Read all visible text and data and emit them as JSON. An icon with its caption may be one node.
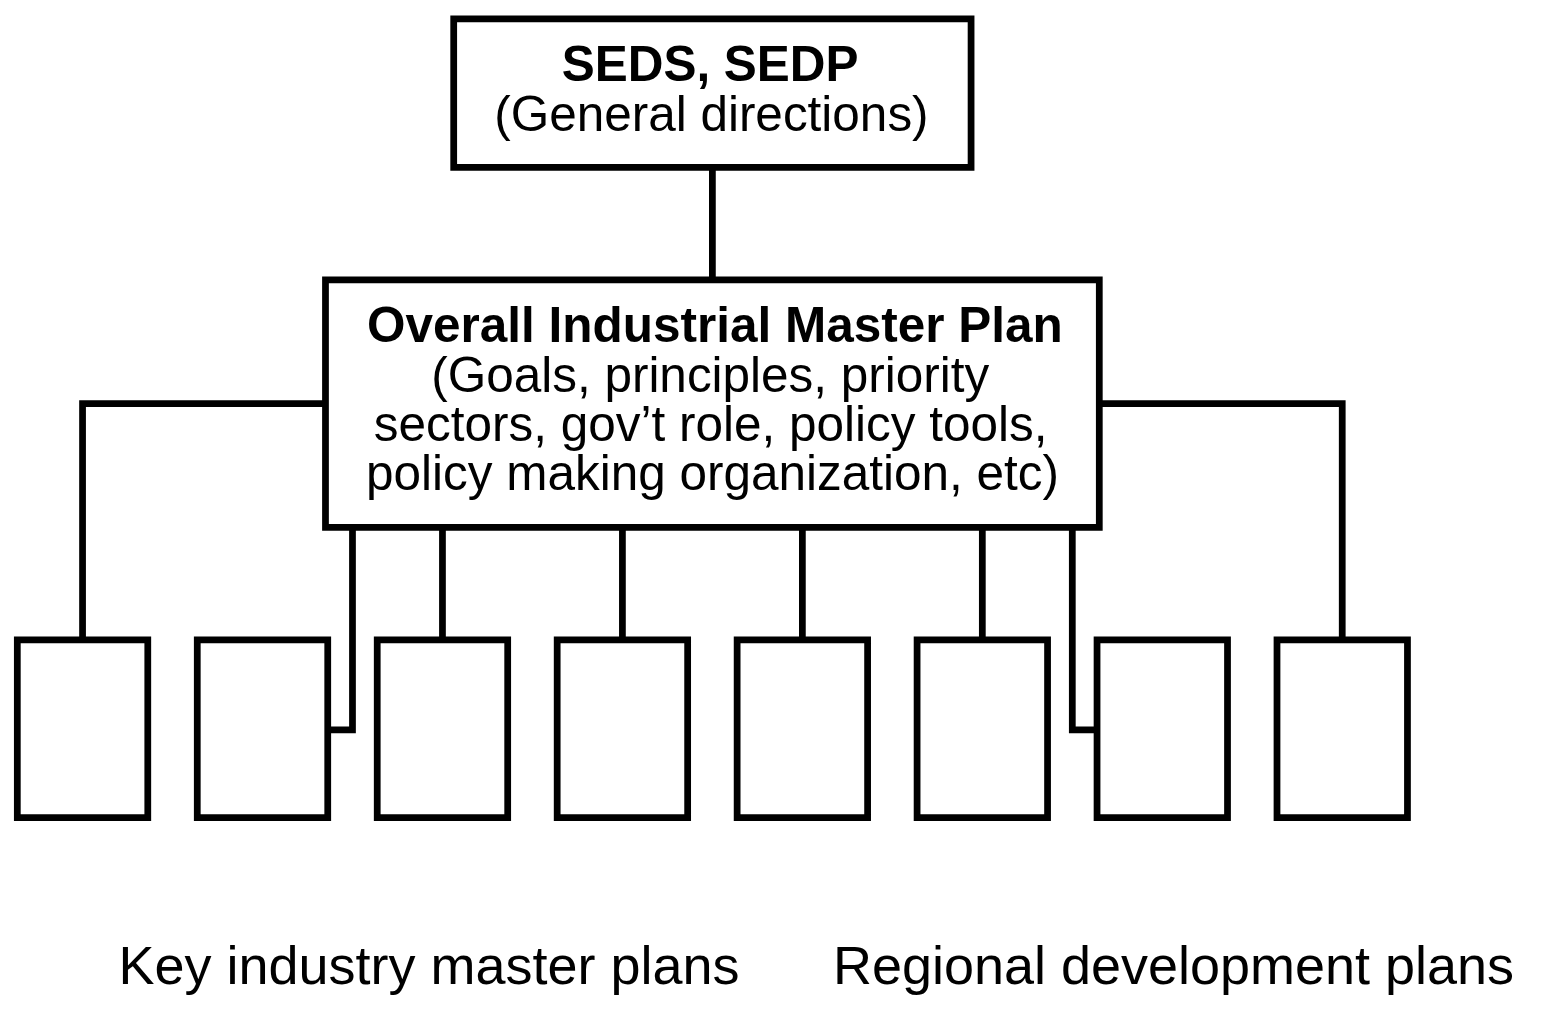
{
  "diagram": {
    "nodes": [
      {
        "text": [
          "SEDS, SEDP",
          "(General directions)"
        ]
      },
      {
        "text": [
          "Overall Industrial Master Plan",
          "(Goals, principles, priority sectors, gov’t role, policy tools, policy making organization, etc)"
        ]
      },
      {
        "text": [],
        "shape": "box"
      },
      {
        "text": [],
        "shape": "box"
      },
      {
        "text": [],
        "shape": "box"
      },
      {
        "text": [],
        "shape": "box"
      },
      {
        "text": [],
        "shape": "box"
      },
      {
        "text": [],
        "shape": "box"
      },
      {
        "text": [],
        "shape": "box"
      },
      {
        "text": [],
        "shape": "box"
      }
    ],
    "edges": [
      {
        "from": 0,
        "to": 1,
        "arrow": "none"
      },
      {
        "from": 1,
        "to": 2,
        "arrow": "none"
      },
      {
        "from": 1,
        "to": 3,
        "arrow": "none"
      },
      {
        "from": 1,
        "to": 4,
        "arrow": "none"
      },
      {
        "from": 1,
        "to": 5,
        "arrow": "none"
      },
      {
        "from": 1,
        "to": 6,
        "arrow": "none"
      },
      {
        "from": 1,
        "to": 7,
        "arrow": "none"
      },
      {
        "from": 1,
        "to": 8,
        "arrow": "none"
      },
      {
        "from": 1,
        "to": 9,
        "arrow": "none"
      }
    ],
    "labels": [
      "Key industry master plans",
      "Regional development plans"
    ]
  }
}
